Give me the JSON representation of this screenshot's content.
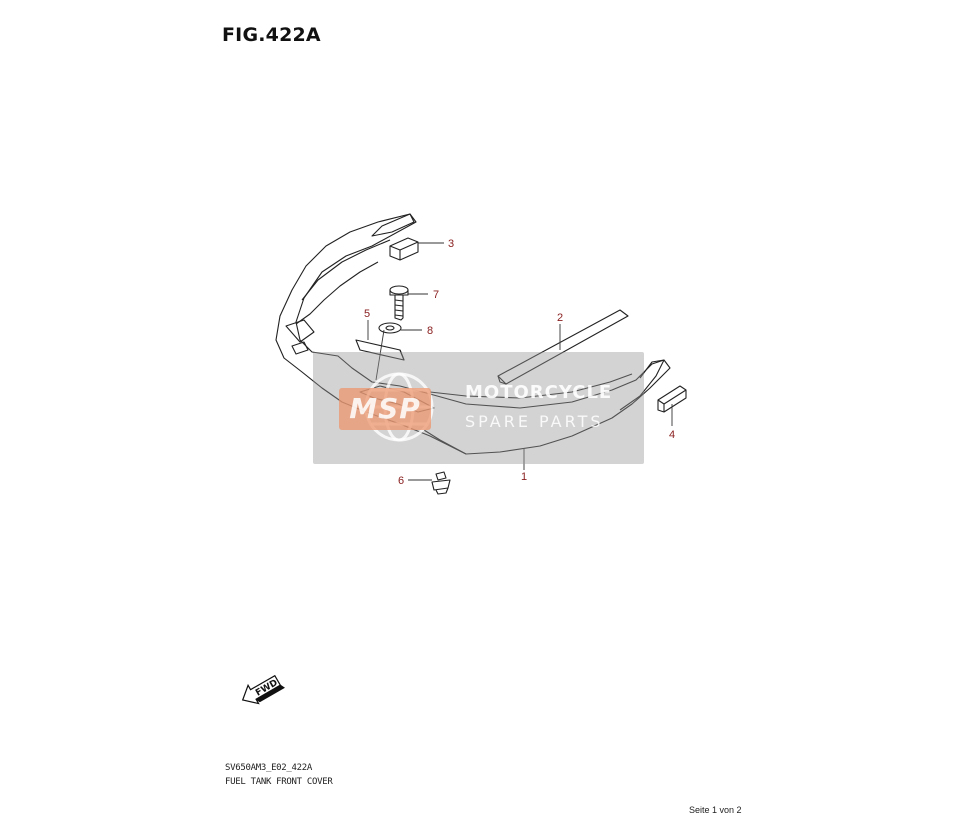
{
  "figure": {
    "title": "FIG.422A",
    "code": "SV650AM3_E02_422A",
    "name": "FUEL TANK FRONT COVER"
  },
  "callouts": [
    "1",
    "2",
    "3",
    "4",
    "5",
    "6",
    "7",
    "8"
  ],
  "watermark": {
    "badge": "MSP",
    "line1": "MOTORCYCLE",
    "line2": "SPARE PARTS"
  },
  "fwd_label": "FWD",
  "page_number": "Seite 1 von 2",
  "colors": {
    "callout": "#8a2020",
    "outline": "#222222",
    "watermark_bg": "#969696",
    "watermark_badge": "#ec966e"
  }
}
